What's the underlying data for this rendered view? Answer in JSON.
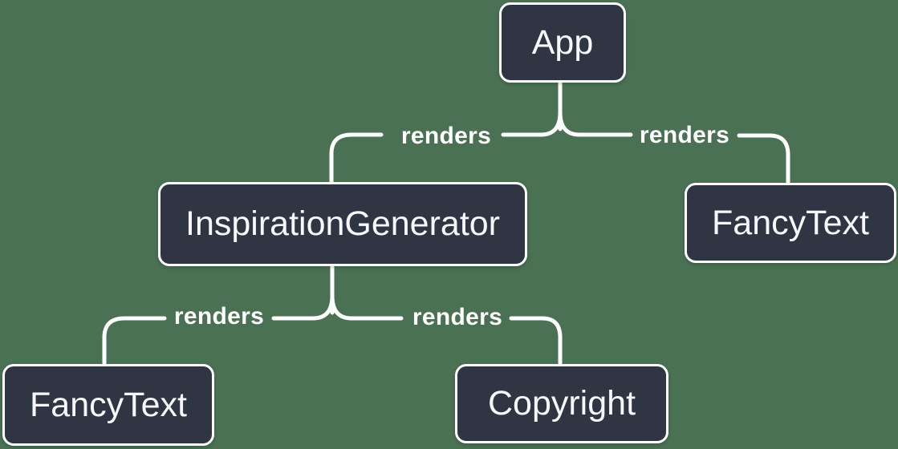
{
  "diagram": {
    "type": "tree",
    "description": "React render tree diagram",
    "nodes": [
      {
        "id": "app",
        "label": "App"
      },
      {
        "id": "inspiration-generator",
        "label": "InspirationGenerator"
      },
      {
        "id": "fancy-text-child-of-app",
        "label": "FancyText"
      },
      {
        "id": "fancy-text-child-of-inspiration-generator",
        "label": "FancyText"
      },
      {
        "id": "copyright",
        "label": "Copyright"
      }
    ],
    "edges": [
      {
        "from": "App",
        "to": "InspirationGenerator",
        "label": "renders"
      },
      {
        "from": "App",
        "to": "FancyText",
        "label": "renders"
      },
      {
        "from": "InspirationGenerator",
        "to": "FancyText",
        "label": "renders"
      },
      {
        "from": "InspirationGenerator",
        "to": "Copyright",
        "label": "renders"
      }
    ]
  },
  "colors": {
    "background": "#4A7153",
    "node_fill": "#2F3542",
    "node_border": "#FFFFFF",
    "node_text": "#F6F7F9",
    "line": "#FFFFFF"
  }
}
